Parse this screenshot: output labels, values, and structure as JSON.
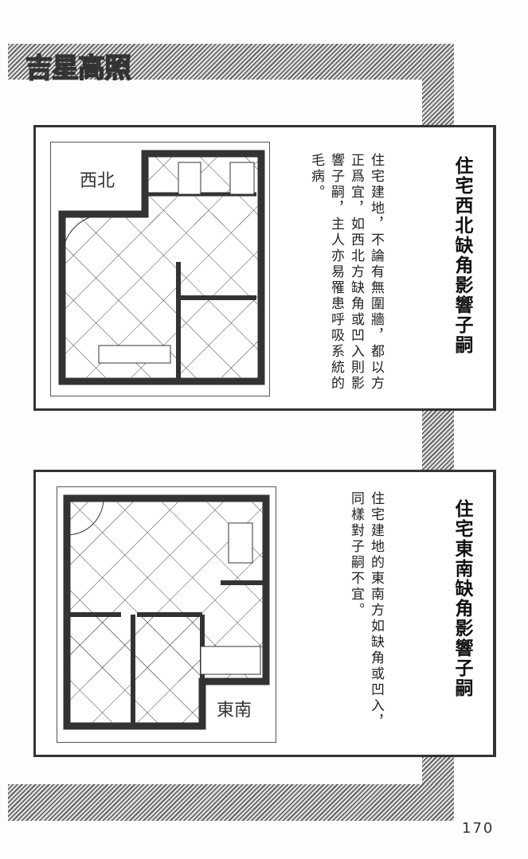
{
  "header": {
    "title": "吉星高照"
  },
  "sections": [
    {
      "title": "住宅西北缺角影響子嗣",
      "body_columns": [
        "住宅建地，不論有無圍牆，都以方",
        "正爲宜，如西北方缺角或凹入則影",
        "響子嗣，主人亦易罹患呼吸系統的",
        "毛病。"
      ],
      "plan_label": "西北"
    },
    {
      "title": "住宅東南缺角影響子嗣",
      "body_columns": [
        "住宅建地的東南方如缺角或凹入，",
        "同樣對子嗣不宜。"
      ],
      "plan_label": "東南"
    }
  ],
  "footer": {
    "page_number": "170"
  }
}
